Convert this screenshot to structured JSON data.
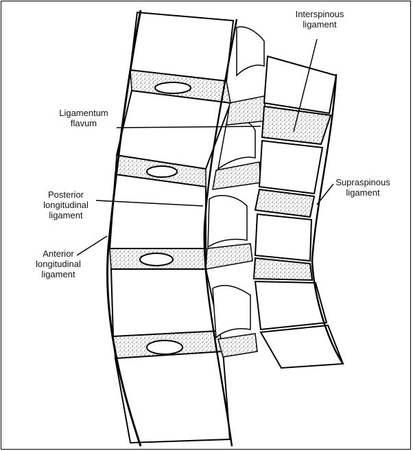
{
  "diagram": {
    "labels": {
      "interspinous": [
        "Interspinous",
        "ligament"
      ],
      "flavum": [
        "Ligamentum",
        "flavum"
      ],
      "posterior": [
        "Posterior",
        "longitudinal",
        "ligament"
      ],
      "anterior": [
        "Anterior",
        "longitudinal",
        "ligament"
      ],
      "supraspinous": [
        "Supraspinous",
        "ligament"
      ]
    }
  }
}
